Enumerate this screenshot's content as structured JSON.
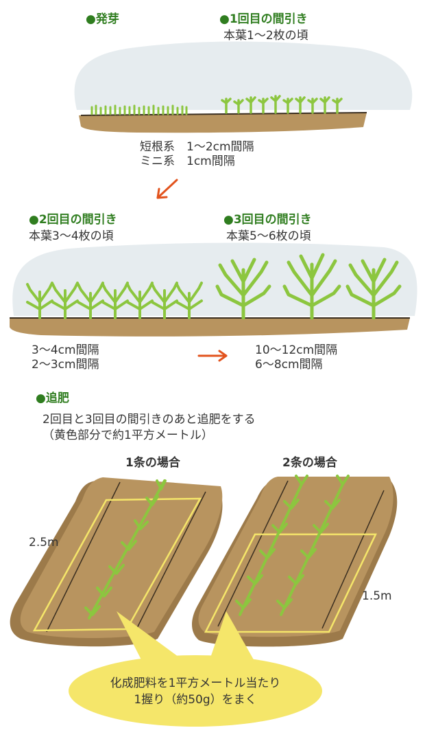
{
  "stages": {
    "germination": {
      "title": "●発芽"
    },
    "thin1": {
      "title": "●1回目の間引き",
      "leaf": "本葉1～2枚の頃"
    },
    "spacing1": {
      "line1": "短根系　1～2cm間隔",
      "line2": "ミニ系　1cm間隔"
    },
    "thin2": {
      "title": "●2回目の間引き",
      "leaf": "本葉3～4枚の頃"
    },
    "thin3": {
      "title": "●3回目の間引き",
      "leaf": "本葉5～6枚の頃"
    },
    "spacing2": {
      "line1": "3～4cm間隔",
      "line2": "2～3cm間隔"
    },
    "spacing3": {
      "line1": "10～12cm間隔",
      "line2": "6～8cm間隔"
    }
  },
  "fertilizer": {
    "title": "●追肥",
    "desc1": "2回目と3回目の間引きのあと追肥をする",
    "desc2": "（黄色部分で約1平方メートル）",
    "case1": "1条の場合",
    "case2": "2条の場合",
    "dim_left": "2.5m",
    "dim_right": "1.5m",
    "bubble1": "化成肥料を1平方メートル当たり",
    "bubble2": "1握り（約50g）をまく"
  },
  "colors": {
    "soil": "#b8945f",
    "soil_dark": "#9c7a4a",
    "sky": "#e6ecef",
    "plant": "#8cc63f",
    "heading_green": "#2f7d1f",
    "arrow": "#e2531d",
    "highlight": "#f5e66a"
  },
  "icons": [
    "arrow-down-left-icon",
    "arrow-right-icon"
  ]
}
